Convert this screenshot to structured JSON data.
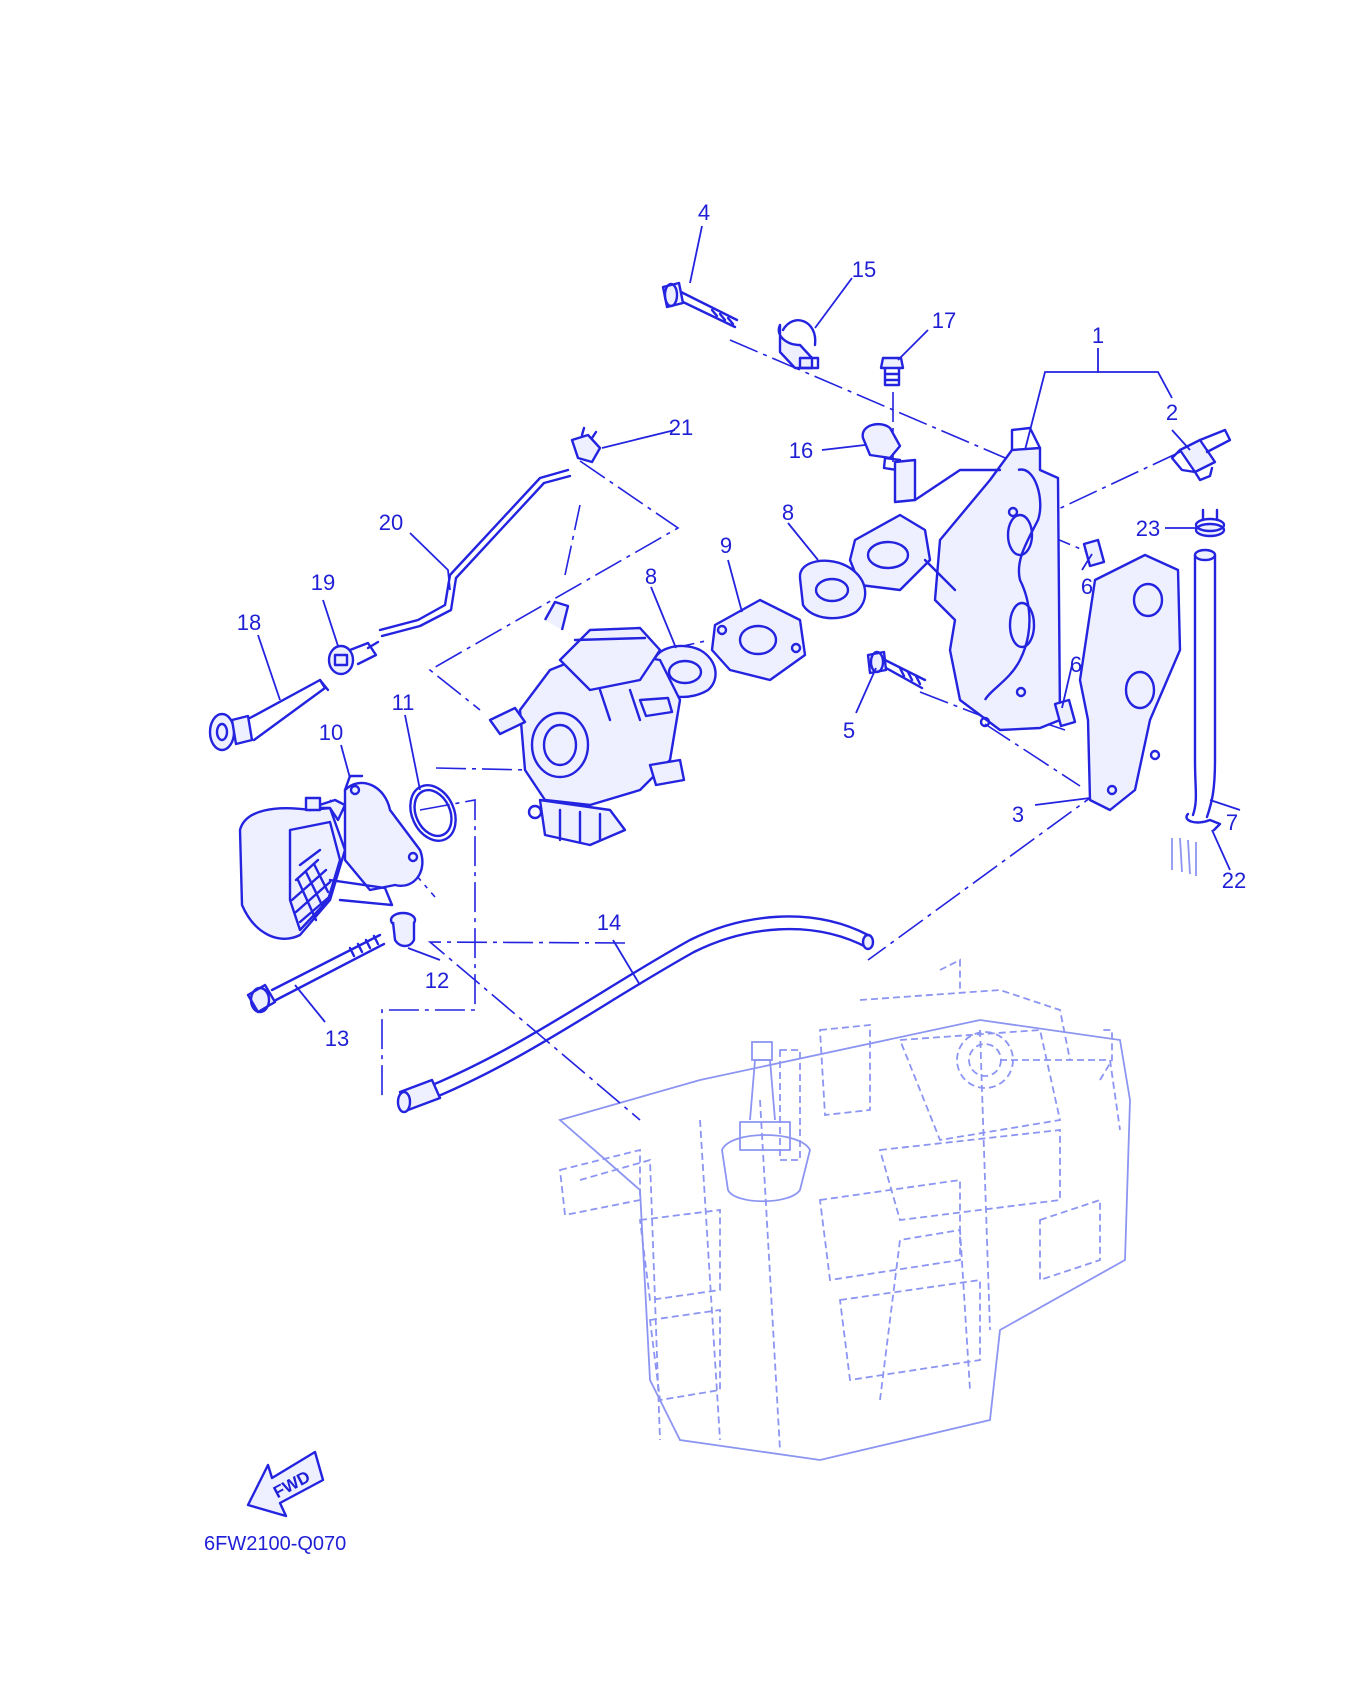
{
  "diagram": {
    "drawing_code": "6FW2100-Q070",
    "fwd_label": "FWD",
    "ink_color": "#2323e0",
    "callouts": [
      "1",
      "2",
      "3",
      "4",
      "5",
      "6",
      "6",
      "7",
      "8",
      "8",
      "9",
      "10",
      "11",
      "12",
      "13",
      "14",
      "15",
      "16",
      "17",
      "18",
      "19",
      "20",
      "21",
      "22",
      "23"
    ]
  }
}
